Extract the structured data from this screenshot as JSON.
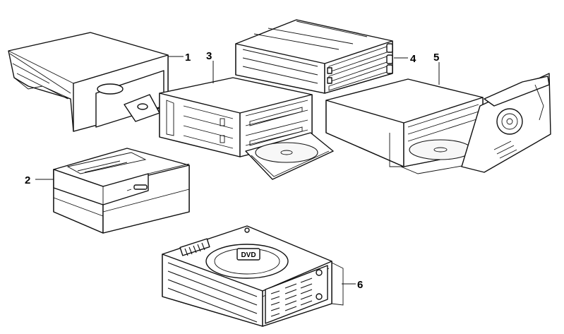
{
  "parts": [
    {
      "id": "1",
      "label": "1",
      "icon": "cd-changer-mounting-bracket-icon"
    },
    {
      "id": "2",
      "label": "2",
      "icon": "cd-player-unit-icon"
    },
    {
      "id": "3",
      "label": "3",
      "icon": "cd-magazine-with-disc-tray-icon"
    },
    {
      "id": "4",
      "label": "4",
      "icon": "cd-magazine-cartridge-icon"
    },
    {
      "id": "5",
      "label": "5",
      "icon": "cd-changer-unit-icon"
    },
    {
      "id": "6",
      "label": "6",
      "icon": "dvd-changer-unit-icon"
    }
  ],
  "device6": {
    "logo_text": "DVD"
  }
}
